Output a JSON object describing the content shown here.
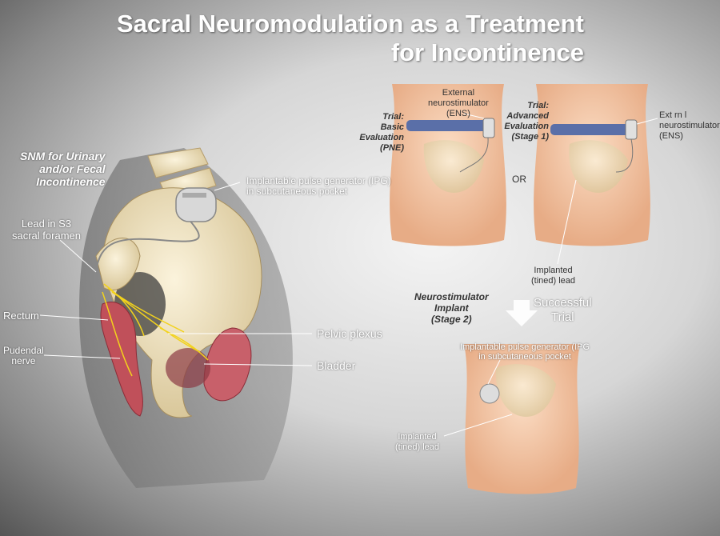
{
  "title": {
    "line1": "Sacral Neuromodulation as a Treatment",
    "line2": "for Incontinence"
  },
  "left": {
    "heading": [
      "SNM for Urinary",
      "and/or Fecal",
      "Incontinence"
    ],
    "lead_s3": [
      "Lead in S3",
      "sacral foramen"
    ],
    "rectum": "Rectum",
    "pudendal": [
      "Pudendal",
      "nerve"
    ],
    "ipg": [
      "Implantable pulse  generator (IPG)",
      "in subcutaneous pocket"
    ],
    "pelvic_plexus": "Pelvic  plexus",
    "bladder": "Bladder"
  },
  "right": {
    "trial_basic": [
      "Trial:",
      "Basic",
      "Evaluation",
      "(PNE)"
    ],
    "ens_1": [
      "External",
      "neurostimulator",
      "(ENS)"
    ],
    "trial_advanced": [
      "Trial:",
      "Advanced",
      "Evaluation",
      "(Stage 1)"
    ],
    "ens_2": [
      "Ext  rn  l",
      "neurostimulator",
      "(ENS)"
    ],
    "or": "OR",
    "implanted_lead_1": [
      "Implanted",
      "(tined) lead"
    ],
    "neuro_implant": [
      "Neurostimulator",
      "Implant",
      "(Stage 2)"
    ],
    "successful_trial": [
      "Successful",
      "Trial"
    ],
    "ipg_2": [
      "Implantable pulse generator (IPG",
      "in subcutaneous pocket"
    ],
    "implanted_lead_2": [
      "Implanted",
      "(tined) lead"
    ]
  },
  "colors": {
    "belt": "#5a6fa8",
    "skin": "#f3c9a8",
    "bone": "#f1e3c0",
    "nerve": "#f2d21c",
    "muscle": "#c0505a"
  }
}
